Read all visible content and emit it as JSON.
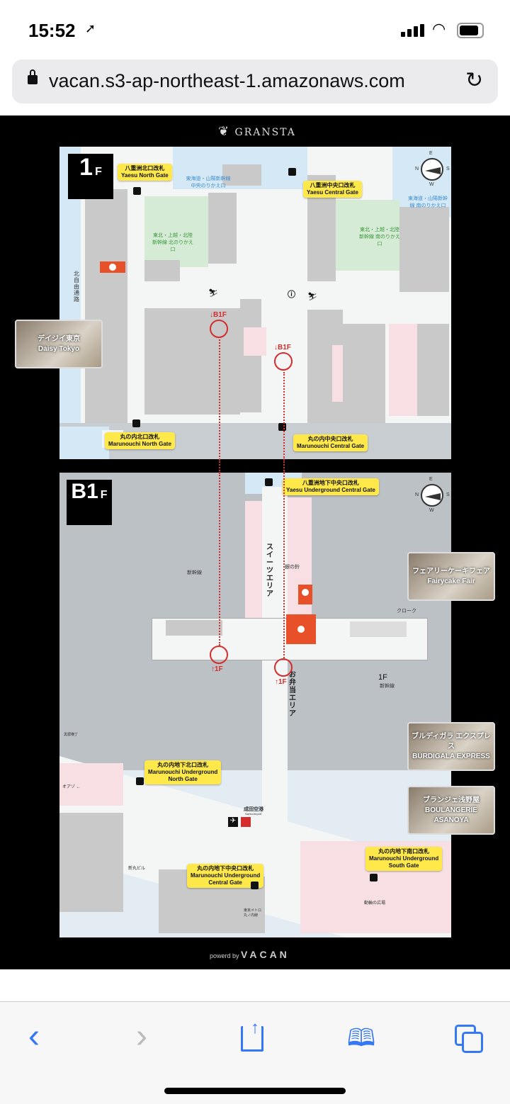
{
  "status_bar": {
    "time": "15:52",
    "location_icon": "location-arrow-icon",
    "signal_icon": "signal-icon",
    "wifi_icon": "wifi-icon",
    "battery_icon": "battery-icon"
  },
  "browser": {
    "url": "vacan.s3-ap-northeast-1.amazonaws.com",
    "lock_icon": "lock-icon",
    "reload_icon": "reload-icon"
  },
  "header": {
    "brand": "GRANSTA"
  },
  "floor_1f": {
    "label": "1",
    "suffix": "F",
    "gates": [
      {
        "jp": "八重洲北口改札",
        "en": "Yaesu North Gate"
      },
      {
        "jp": "八重洲中央口改札",
        "en": "Yaesu Central Gate"
      },
      {
        "jp": "丸の内北口改札",
        "en": "Marunouchi North Gate"
      },
      {
        "jp": "丸の内中央口改札",
        "en": "Marunouchi Central Gate"
      }
    ],
    "transfers": [
      {
        "text": "東海道・山陽新幹線 中央のりかえ口"
      },
      {
        "text": "東北・上越・北陸新幹線 北のりかえ口"
      },
      {
        "text": "東北・上越・北陸新幹線 南のりかえ口"
      },
      {
        "text": "東海道・山陽新幹線 南のりかえ口"
      }
    ],
    "passage": "北自由通路",
    "down_labels": [
      "↓B1F",
      "↓B1F"
    ],
    "compass": {
      "n": "N",
      "e": "E",
      "s": "S",
      "w": "W"
    },
    "store_card": {
      "jp": "デイジイ東京",
      "en": "Daisy Tokyo"
    }
  },
  "floor_b1f": {
    "label": "B1",
    "suffix": "F",
    "gates": [
      {
        "jp": "八重洲地下中央口改札",
        "en": "Yaesu Underground Central Gate"
      },
      {
        "jp": "丸の内地下北口改札",
        "en": "Marunouchi Underground",
        "en2": "North Gate"
      },
      {
        "jp": "丸の内地下中央口改札",
        "en": "Marunouchi Underground",
        "en2": "Central Gate"
      },
      {
        "jp": "丸の内地下南口改札",
        "en": "Marunouchi Underground",
        "en2": "South Gate"
      }
    ],
    "areas": {
      "sweets": "スイーツエリア",
      "bento": "お弁当エリア",
      "bell": "銀の鈴",
      "cloak": "クローク",
      "shinkansen1": "新幹線",
      "shinkansen2": "新幹線",
      "to_1f": "1F",
      "narita": "成田空港",
      "narita_en": "Narita Airport"
    },
    "up_labels": [
      "↑1F",
      "↑1F"
    ],
    "places": {
      "kokusai": "黒塀横丁",
      "oazo": "オアゾ ←",
      "shinmaru": "新丸ビル",
      "metro": "東京メトロ 丸ノ内線",
      "plaza": "動輪の広場"
    },
    "compass": {
      "n": "N",
      "e": "E",
      "s": "S",
      "w": "W"
    },
    "store_cards": [
      {
        "jp": "フェアリーケーキフェア",
        "en": "Fairycake Fair"
      },
      {
        "jp": "ブルディガラ エクスプレス",
        "en": "BURDIGALA EXPRESS"
      },
      {
        "jp": "ブランジェ浅野屋",
        "en": "BOULANGERIE ASANOYA"
      }
    ]
  },
  "footer": {
    "powered_by": "powerd by",
    "brand": "VACAN"
  },
  "toolbar": {
    "back": "‹",
    "forward": "›",
    "share": "share-icon",
    "bookmarks": "book-icon",
    "tabs": "tabs-icon"
  },
  "colors": {
    "accent": "#3478f6",
    "store": "#e8502a",
    "gate_label": "#ffe94a",
    "route": "#d42d2d"
  }
}
